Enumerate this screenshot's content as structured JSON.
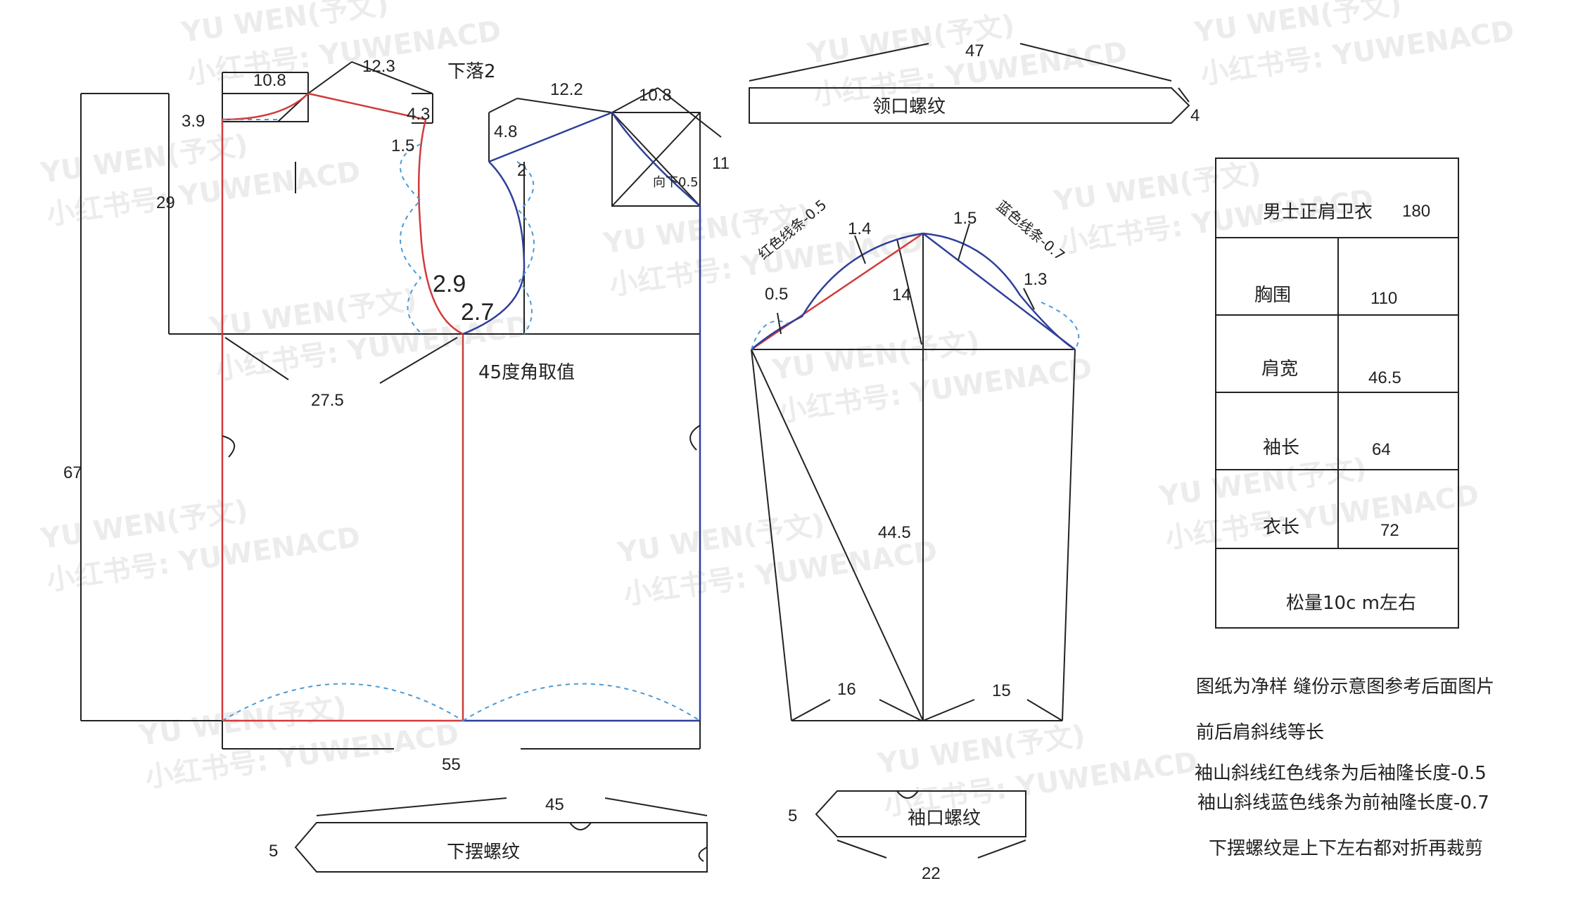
{
  "watermark": {
    "text_top": "YU WEN(予文)",
    "text_bottom": "小红书号: YUWENACD"
  },
  "body_pattern": {
    "top_left_width": "10.8",
    "top_shoulder_a": "12.3",
    "drop_note": "下落2",
    "front_neck_depth": "3.9",
    "shoulder_drop": "4.3",
    "armhole_offset_a": "1.5",
    "armhole_depth_left": "29",
    "armhole_value_big_a": "2.9",
    "armhole_value_big_b": "2.7",
    "chest_half": "27.5",
    "angle_note": "45度角取值",
    "body_length": "67",
    "hem_width": "55",
    "top_shoulder_b": "12.2",
    "top_right_width": "10.8",
    "back_neck_depth": "4.8",
    "armhole_offset_b": "2",
    "neck_side": "11",
    "neck_down_note": "向下0.5"
  },
  "collar_rib": {
    "length": "47",
    "height": "4",
    "title": "领口螺纹"
  },
  "sleeve": {
    "red_note": "红色线条-0.5",
    "blue_note": "蓝色线条-0.7",
    "left_curve_offset": "1.4",
    "right_curve_offset": "1.5",
    "right_lower_offset": "1.3",
    "left_lower_offset": "0.5",
    "cap_height": "14",
    "sleeve_length": "44.5",
    "cuff_left": "16",
    "cuff_right": "15"
  },
  "hem_rib": {
    "length": "45",
    "height": "5",
    "title": "下摆螺纹"
  },
  "cuff_rib": {
    "length": "22",
    "height": "5",
    "title": "袖口螺纹"
  },
  "size_table": {
    "header_name": "男士正肩卫衣",
    "header_value": "180",
    "rows": [
      {
        "label": "胸围",
        "value": "110"
      },
      {
        "label": "肩宽",
        "value": "46.5"
      },
      {
        "label": "袖长",
        "value": "64"
      },
      {
        "label": "衣长",
        "value": "72"
      }
    ],
    "footer": "松量10c m左右"
  },
  "notes": [
    "图纸为净样   缝份示意图参考后面图片",
    "前后肩斜线等长",
    "袖山斜线红色线条为后袖隆长度-0.5",
    "袖山斜线蓝色线条为前袖隆长度-0.7",
    "下摆螺纹是上下左右都对折再裁剪"
  ]
}
